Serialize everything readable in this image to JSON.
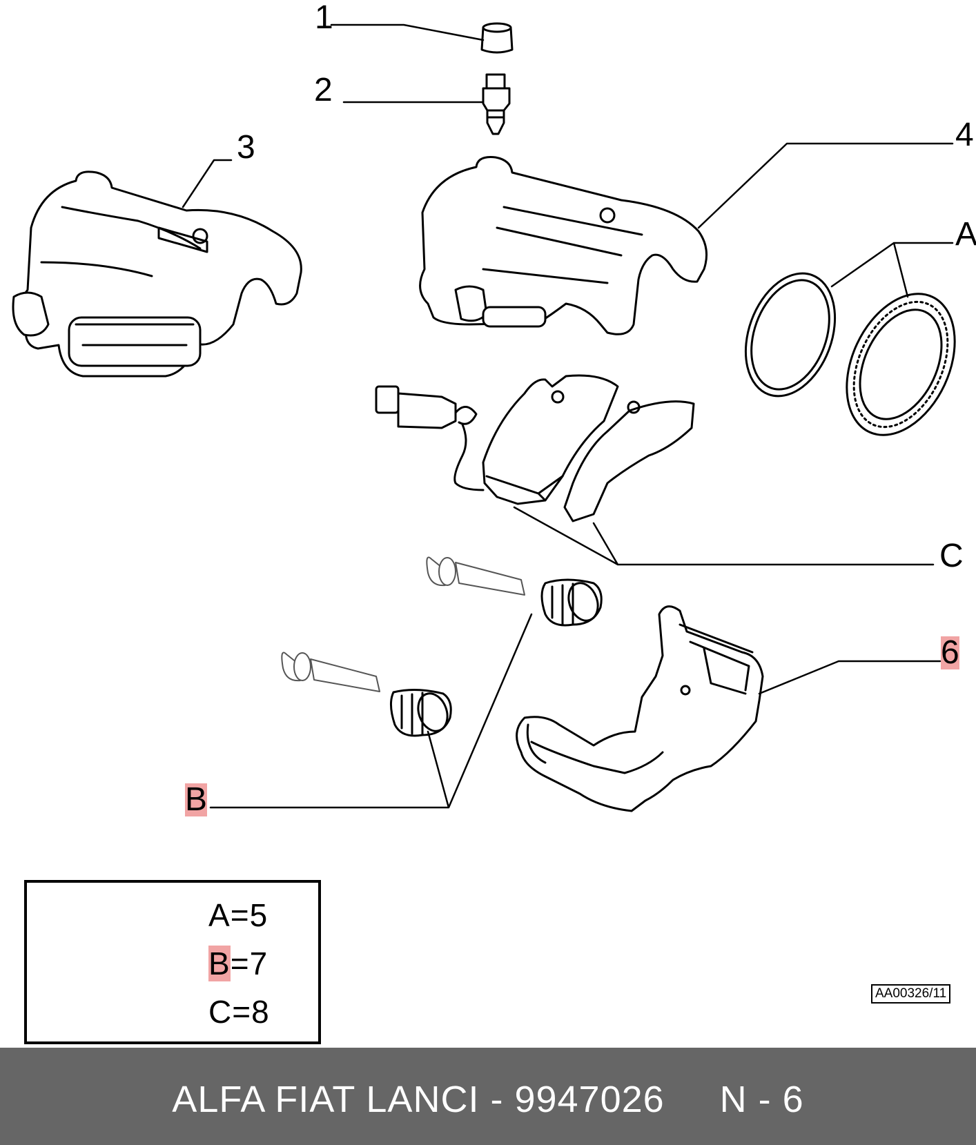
{
  "callouts": {
    "c1": "1",
    "c2": "2",
    "c3": "3",
    "c4": "4",
    "cA": "A",
    "cC": "C",
    "c6": "6",
    "cB": "B"
  },
  "legend": {
    "rows": [
      {
        "key": "A",
        "eq": "=",
        "value": "5"
      },
      {
        "key": "B",
        "eq": "=",
        "value": "7"
      },
      {
        "key": "C",
        "eq": "=",
        "value": "8"
      }
    ],
    "icon_name": "repair-kit-icon"
  },
  "ref_code": "AA00326/11",
  "footer": {
    "text": "ALFA FIAT LANCI - 9947026     N - 6"
  },
  "colors": {
    "highlight": "#e65a5a",
    "footer_bg": "#666666",
    "footer_text": "#ffffff"
  }
}
